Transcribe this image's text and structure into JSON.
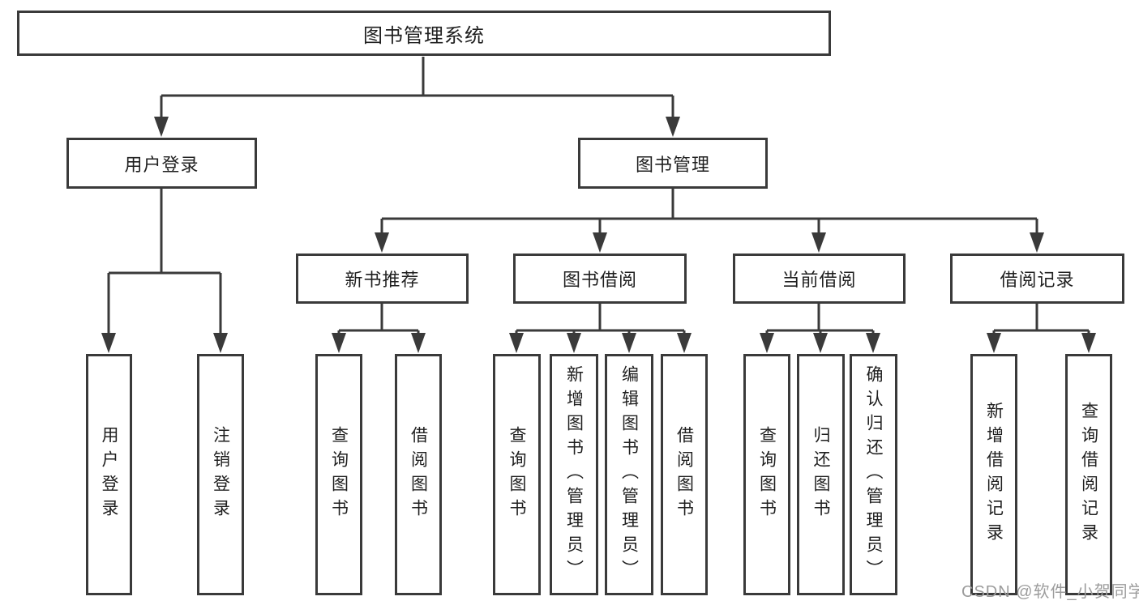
{
  "diagram": {
    "root": "图书管理系统",
    "user_login": {
      "label": "用户登录",
      "children": [
        "用户登录",
        "注销登录"
      ]
    },
    "book_mgmt": {
      "label": "图书管理",
      "sections": [
        {
          "label": "新书推荐",
          "children": [
            "查询图书",
            "借阅图书"
          ]
        },
        {
          "label": "图书借阅",
          "children": [
            "查询图书",
            "新增图书（管理员）",
            "编辑图书（管理员）",
            "借阅图书"
          ]
        },
        {
          "label": "当前借阅",
          "children": [
            "查询图书",
            "归还图书",
            "确认归还（管理员）"
          ]
        },
        {
          "label": "借阅记录",
          "children": [
            "新增借阅记录",
            "查询借阅记录"
          ]
        }
      ]
    }
  },
  "watermark": "CSDN @软件_小贺同学",
  "colors": {
    "line": "#3a3a3a",
    "box_border": "#3a3a3a",
    "box_fill": "#ffffff",
    "text": "#1f1f1f",
    "watermark": "#9c9c9c",
    "background": "#ffffff"
  }
}
